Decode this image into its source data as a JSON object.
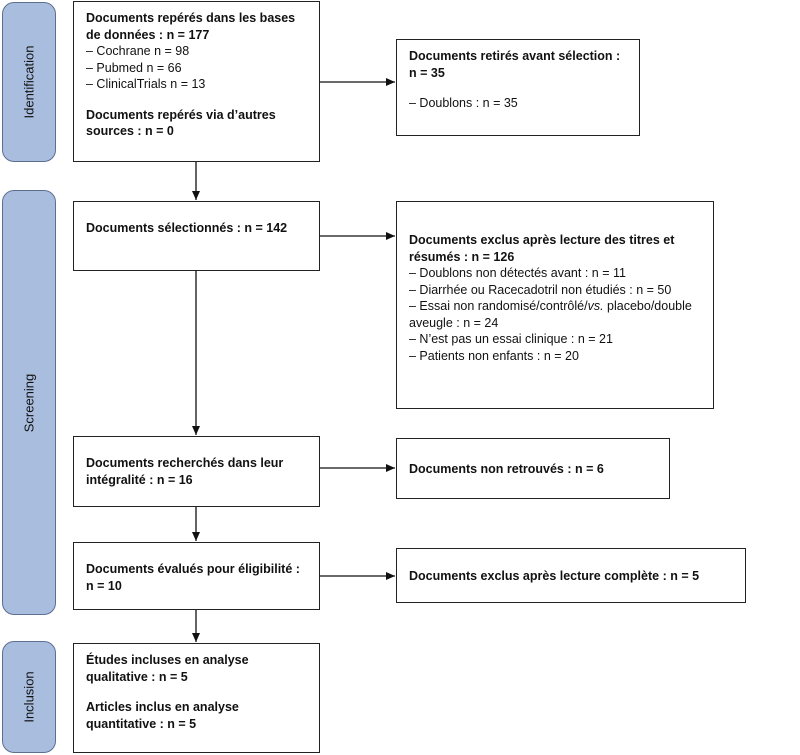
{
  "phases": {
    "identification": "Identification",
    "screening": "Screening",
    "inclusion": "Inclusion"
  },
  "boxes": {
    "databases": {
      "title": "Documents repérés dans les bases de données : n = 177",
      "items": [
        "– Cochrane n = 98",
        "– Pubmed n = 66",
        "– ClinicalTrials n = 13"
      ],
      "other": "Documents repérés via d’autres sources : n = 0"
    },
    "removed": {
      "title": "Documents retirés avant sélection : n = 35",
      "items": [
        "– Doublons : n = 35"
      ]
    },
    "selected": {
      "title": "Documents sélectionnés : n = 142"
    },
    "excluded_titles": {
      "title": "Documents exclus après lecture des titres et résumés : n = 126",
      "items": [
        "–  Doublons non détectés avant : n = 11",
        "–  Diarrhée ou Racecadotril non étudiés : n = 50",
        "–  Essai non randomisé/contrôlé/",
        "vs.",
        " placebo/double aveugle : n = 24",
        "–  N’est pas un essai clinique : n = 21",
        "–  Patients non enfants : n = 20"
      ]
    },
    "sought": {
      "title": "Documents recherchés dans leur intégralité : n = 16"
    },
    "not_retrieved": {
      "title": "Documents non retrouvés : n = 6"
    },
    "assessed": {
      "title": "Documents évalués pour éligibilité : n = 10"
    },
    "excluded_full": {
      "title": "Documents exclus après lecture complète : n = 5"
    },
    "included": {
      "qualitative": "Études incluses en analyse qualitative : n = 5",
      "quantitative": "Articles inclus en analyse quantitative : n = 5"
    }
  }
}
